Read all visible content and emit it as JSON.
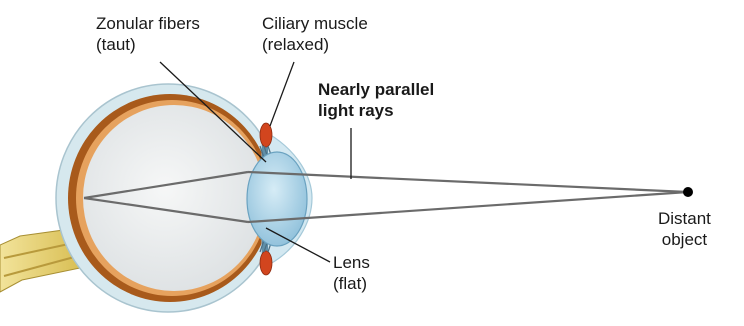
{
  "labels": {
    "zonular_fibers": {
      "line1": "Zonular fibers",
      "line2": "(taut)"
    },
    "ciliary_muscle": {
      "line1": "Ciliary muscle",
      "line2": "(relaxed)"
    },
    "light_rays": {
      "line1": "Nearly parallel",
      "line2": "light rays"
    },
    "lens": {
      "line1": "Lens",
      "line2": "(flat)"
    },
    "distant_object": {
      "line1": "Distant",
      "line2": "object"
    }
  },
  "colors": {
    "sclera": "#cfe3ea",
    "choroid": "#b5651d",
    "retina": "#e9a060",
    "vitreous": "#eceeef",
    "lens": "#a9d2e6",
    "cornea": "#cfe6f0",
    "ciliary_muscle": "#d2451e",
    "optic_nerve": "#e8d27a",
    "rays": "#666666",
    "leader_lines": "#1a1a1a",
    "object_dot": "#000000"
  }
}
